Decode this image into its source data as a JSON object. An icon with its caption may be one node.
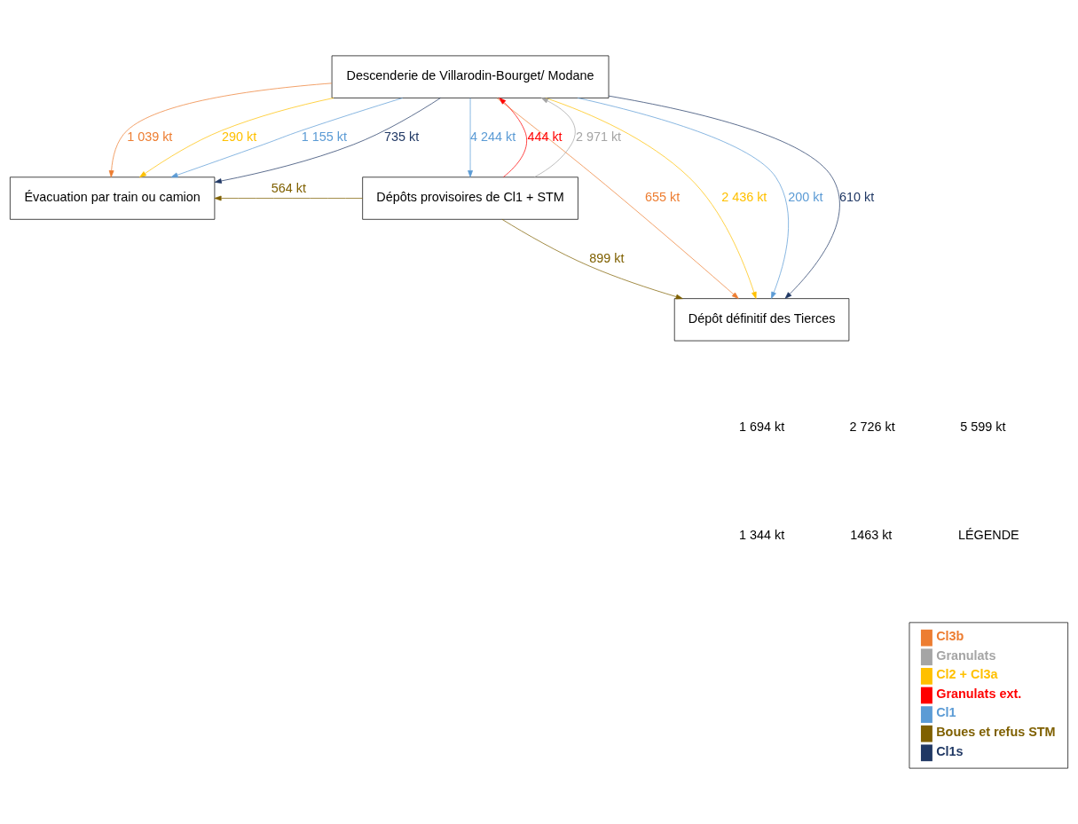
{
  "diagram": {
    "nodes": [
      {
        "text": [
          "Descenderie de Villarodin-Bourget/ Modane"
        ]
      },
      {
        "text": [
          "Évacuation par train ou camion"
        ]
      },
      {
        "text": [
          "Dépôts provisoires de Cl1 + STM"
        ]
      },
      {
        "text": [
          "Dépôt définitif des Tierces"
        ]
      }
    ],
    "edges": [
      {
        "from": 2,
        "to": 0,
        "arrow": "to",
        "label": "444 kt",
        "color": "#ff0000"
      },
      {
        "from": 2,
        "to": 0,
        "arrow": "to",
        "label": "2 971 kt",
        "color": "#a5a5a5"
      },
      {
        "from": 0,
        "to": 1,
        "arrow": "to",
        "label": "1 039 kt",
        "color": "#ed7d31"
      },
      {
        "from": 0,
        "to": 1,
        "arrow": "to",
        "label": "290 kt",
        "color": "#ffc000"
      },
      {
        "from": 0,
        "to": 1,
        "arrow": "to",
        "label": "1 155 kt",
        "color": "#5b9bd5"
      },
      {
        "from": 0,
        "to": 2,
        "arrow": "to",
        "label": "4 244 kt",
        "color": "#5b9bd5"
      },
      {
        "from": 0,
        "to": 1,
        "arrow": "to",
        "label": "735 kt",
        "color": "#203864"
      },
      {
        "from": 0,
        "to": 3,
        "arrow": "to",
        "label": "655 kt",
        "color": "#ed7d31"
      },
      {
        "from": 0,
        "to": 3,
        "arrow": "to",
        "label": "2 436 kt",
        "color": "#ffc000"
      },
      {
        "from": 0,
        "to": 3,
        "arrow": "to",
        "label": "200 kt",
        "color": "#5b9bd5"
      },
      {
        "from": 0,
        "to": 3,
        "arrow": "to",
        "label": "610 kt",
        "color": "#203864"
      },
      {
        "from": 2,
        "to": 1,
        "arrow": "to",
        "label": "564 kt",
        "color": "#7f6000"
      },
      {
        "from": 2,
        "to": 3,
        "arrow": "to",
        "label": "899 kt",
        "color": "#7f6000"
      }
    ],
    "labels": [
      "1 694 kt",
      "2 726 kt",
      "5 599 kt",
      "1 344 kt",
      "1463 kt",
      "LÉGENDE"
    ],
    "legend": [
      {
        "text": "Cl3b",
        "color": "#ed7d31"
      },
      {
        "text": "Granulats",
        "color": "#a5a5a5"
      },
      {
        "text": "Cl2 + Cl3a",
        "color": "#ffc000"
      },
      {
        "text": "Granulats ext.",
        "color": "#ff0000"
      },
      {
        "text": "Cl1",
        "color": "#5b9bd5"
      },
      {
        "text": "Boues et refus STM",
        "color": "#7f6000"
      },
      {
        "text": "Cl1s",
        "color": "#203864"
      }
    ]
  }
}
